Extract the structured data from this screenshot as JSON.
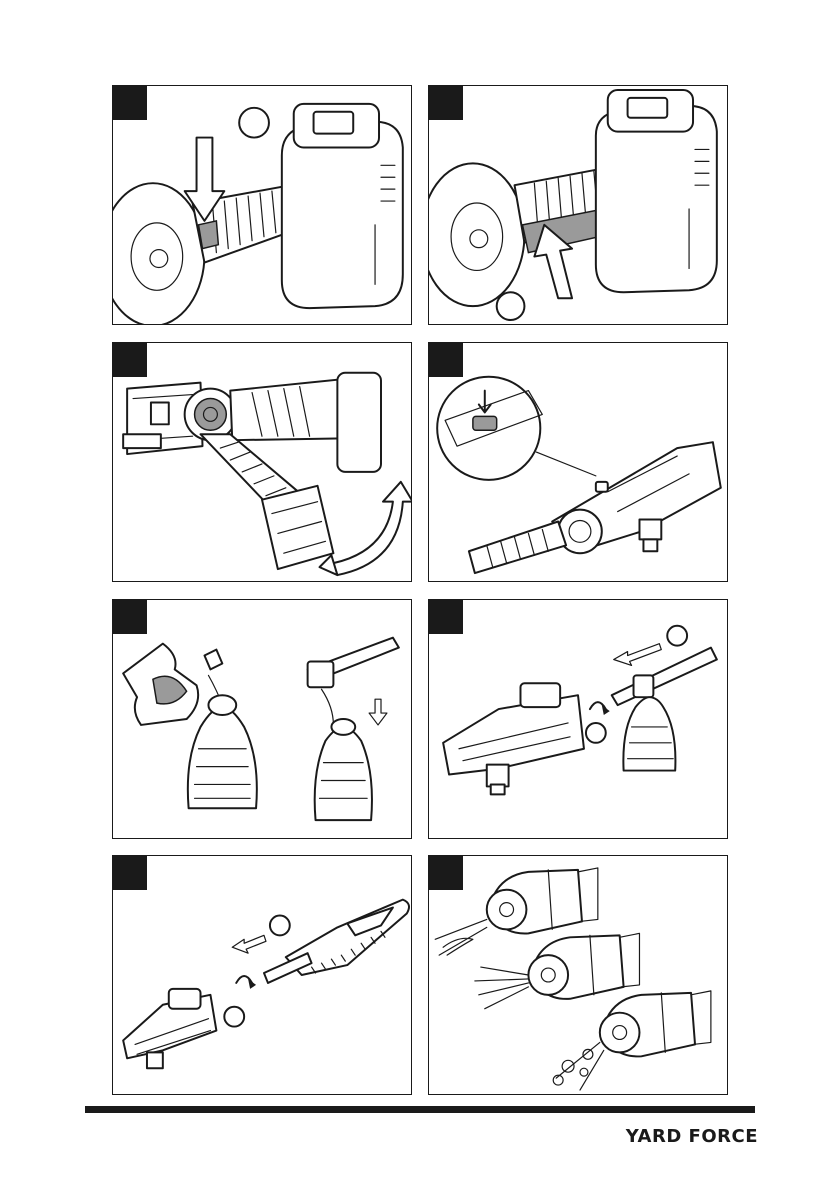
{
  "brand": {
    "name": "YARD FORCE"
  },
  "panels": [
    {
      "id": "p1",
      "illustration": "battery-tool-trigger-press"
    },
    {
      "id": "p2",
      "illustration": "battery-tool-trigger-release"
    },
    {
      "id": "p3",
      "illustration": "tool-handle-rotation"
    },
    {
      "id": "p4",
      "illustration": "lock-button-detail"
    },
    {
      "id": "p5",
      "illustration": "foam-bottle-fill"
    },
    {
      "id": "p6",
      "illustration": "foam-bottle-attach"
    },
    {
      "id": "p7",
      "illustration": "brush-attach"
    },
    {
      "id": "p8",
      "illustration": "nozzle-spray-patterns"
    }
  ]
}
